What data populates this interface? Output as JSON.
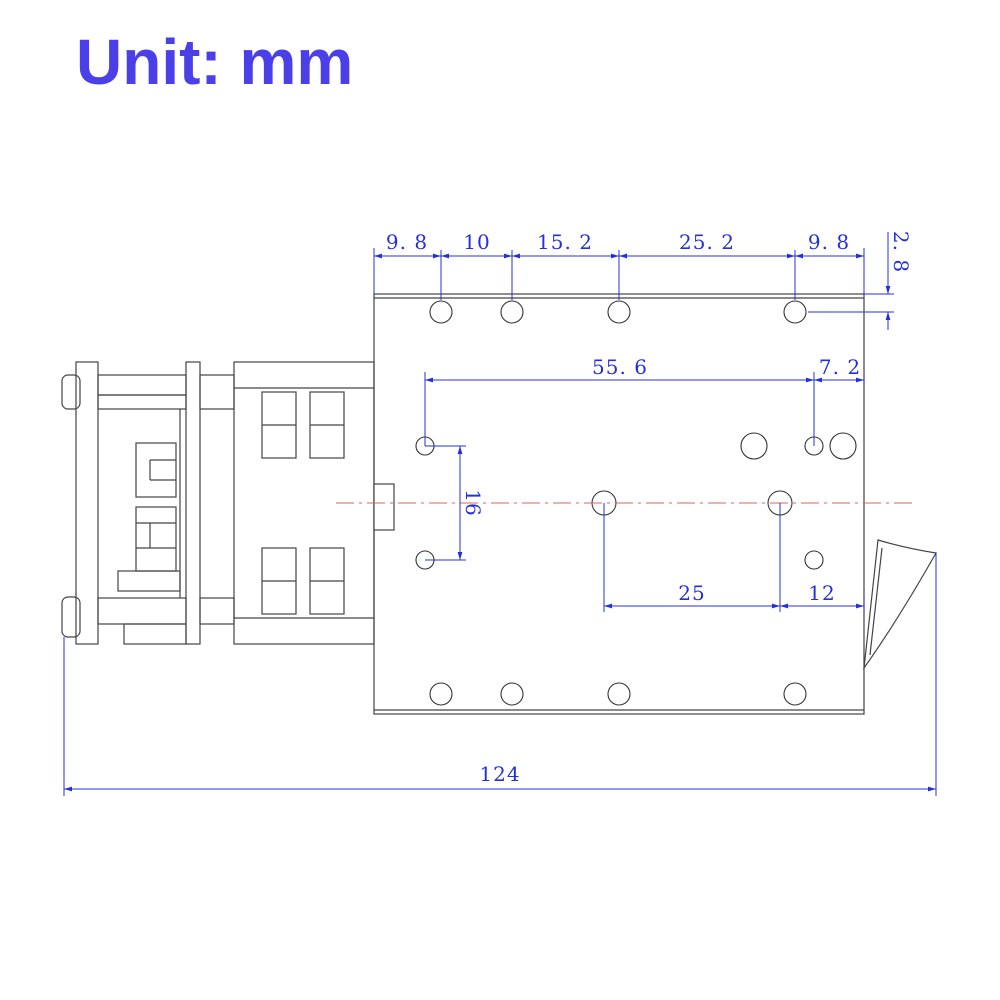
{
  "title": "Unit: mm",
  "dimensions": {
    "top_row": [
      "9. 8",
      "10",
      "15. 2",
      "25. 2",
      "9. 8"
    ],
    "top_offset": "2. 8",
    "mid_span": "55. 6",
    "mid_edge": "7. 2",
    "vertical": "16",
    "bottom_span": "25",
    "bottom_edge": "12",
    "overall": "124"
  },
  "colors": {
    "title": "#4a3fe8",
    "dimension": "#2430d8",
    "centerline": "#e06060",
    "outline": "#444444"
  }
}
